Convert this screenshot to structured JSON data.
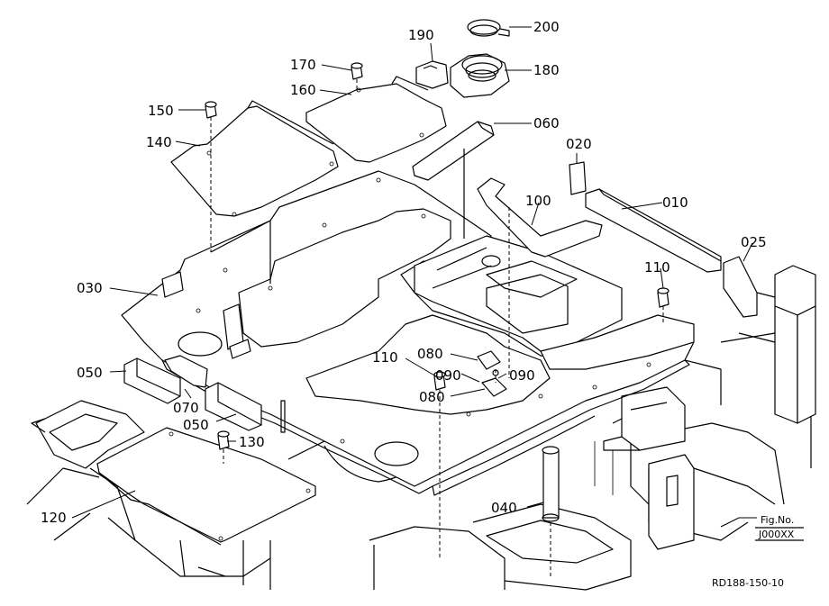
{
  "callouts": [
    {
      "id": "200",
      "label": "200"
    },
    {
      "id": "190",
      "label": "190"
    },
    {
      "id": "180",
      "label": "180"
    },
    {
      "id": "170",
      "label": "170"
    },
    {
      "id": "160",
      "label": "160"
    },
    {
      "id": "150",
      "label": "150"
    },
    {
      "id": "140",
      "label": "140"
    },
    {
      "id": "060",
      "label": "060"
    },
    {
      "id": "020",
      "label": "020"
    },
    {
      "id": "010",
      "label": "010"
    },
    {
      "id": "100",
      "label": "100"
    },
    {
      "id": "025",
      "label": "025"
    },
    {
      "id": "110a",
      "label": "110"
    },
    {
      "id": "030",
      "label": "030"
    },
    {
      "id": "080a",
      "label": "080"
    },
    {
      "id": "110b",
      "label": "110"
    },
    {
      "id": "090a",
      "label": "090"
    },
    {
      "id": "090b",
      "label": "090"
    },
    {
      "id": "080b",
      "label": "080"
    },
    {
      "id": "050a",
      "label": "050"
    },
    {
      "id": "070",
      "label": "070"
    },
    {
      "id": "050b",
      "label": "050"
    },
    {
      "id": "130",
      "label": "130"
    },
    {
      "id": "120",
      "label": "120"
    },
    {
      "id": "040",
      "label": "040"
    }
  ],
  "figure_box": {
    "line1": "Fig.No.",
    "line2": "J000XX"
  },
  "drawing_number": "RD188-150-10"
}
